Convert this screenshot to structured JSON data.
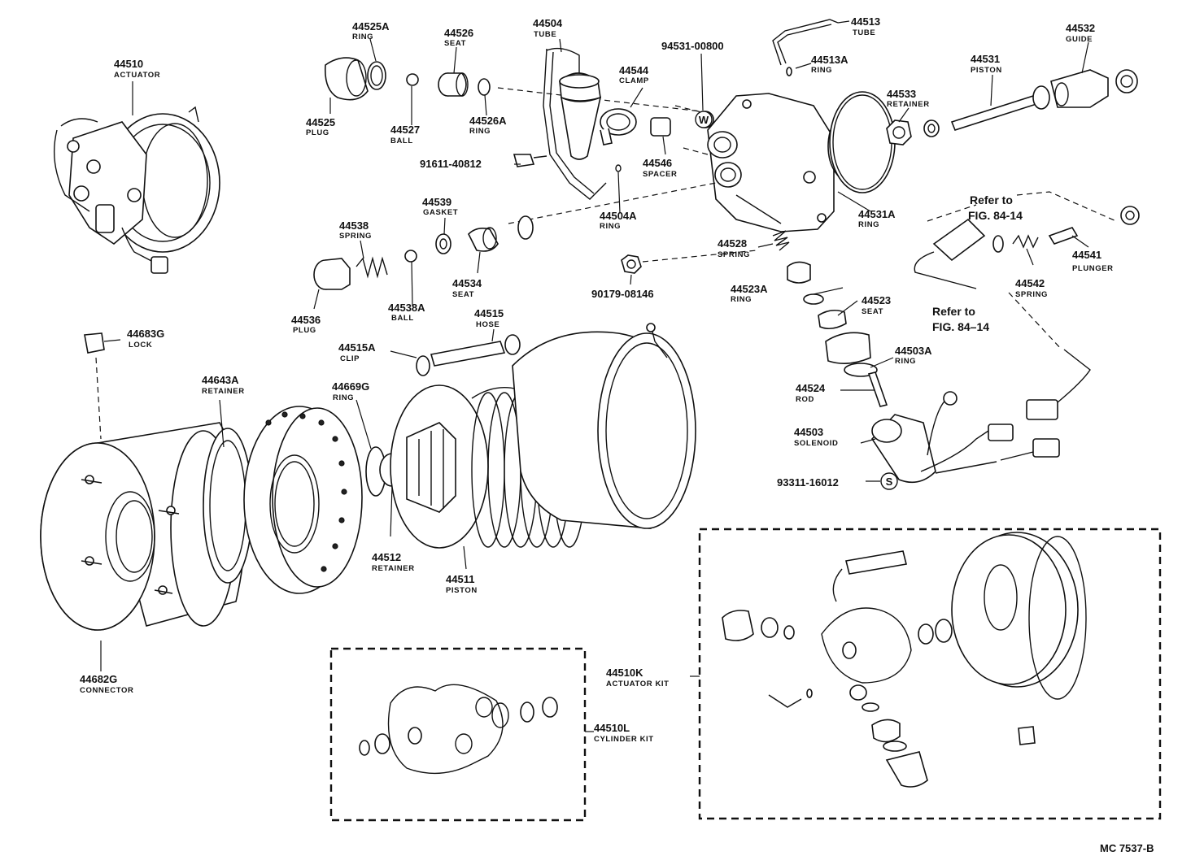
{
  "figure_code": "MC  7537-B",
  "parts": [
    {
      "no": "44510",
      "name": "ACTUATOR"
    },
    {
      "no": "44525A",
      "name": "RING"
    },
    {
      "no": "44525",
      "name": "PLUG"
    },
    {
      "no": "44526",
      "name": "SEAT"
    },
    {
      "no": "44526A",
      "name": "RING"
    },
    {
      "no": "44527",
      "name": "BALL"
    },
    {
      "no": "44504",
      "name": "TUBE"
    },
    {
      "no": "44544",
      "name": "CLAMP"
    },
    {
      "no": "44546",
      "name": "SPACER"
    },
    {
      "no": "44504A",
      "name": "RING"
    },
    {
      "no": "94531-00800",
      "name": ""
    },
    {
      "no": "44513",
      "name": "TUBE"
    },
    {
      "no": "44513A",
      "name": "RING"
    },
    {
      "no": "44532",
      "name": "GUIDE"
    },
    {
      "no": "44531",
      "name": "PISTON"
    },
    {
      "no": "44533",
      "name": "RETAINER"
    },
    {
      "no": "44531A",
      "name": "RING"
    },
    {
      "no": "91611-40812",
      "name": ""
    },
    {
      "no": "44539",
      "name": "GASKET"
    },
    {
      "no": "44534",
      "name": "SEAT"
    },
    {
      "no": "44538",
      "name": "SPRING"
    },
    {
      "no": "44538A",
      "name": "BALL"
    },
    {
      "no": "44536",
      "name": "PLUG"
    },
    {
      "no": "44528",
      "name": "SPRING"
    },
    {
      "no": "90179-08146",
      "name": ""
    },
    {
      "no": "44541",
      "name": "PLUNGER"
    },
    {
      "no": "44542",
      "name": "SPRING"
    },
    {
      "no": "44523A",
      "name": "RING"
    },
    {
      "no": "44523",
      "name": "SEAT"
    },
    {
      "no": "44503A",
      "name": "RING"
    },
    {
      "no": "44524",
      "name": "ROD"
    },
    {
      "no": "44503",
      "name": "SOLENOID"
    },
    {
      "no": "93311-16012",
      "name": ""
    },
    {
      "no": "44683G",
      "name": "LOCK"
    },
    {
      "no": "44643A",
      "name": "RETAINER"
    },
    {
      "no": "44669G",
      "name": "RING"
    },
    {
      "no": "44515A",
      "name": "CLIP"
    },
    {
      "no": "44515",
      "name": "HOSE"
    },
    {
      "no": "44512",
      "name": "RETAINER"
    },
    {
      "no": "44511",
      "name": "PISTON"
    },
    {
      "no": "44682G",
      "name": "CONNECTOR"
    }
  ],
  "refs": [
    {
      "line1": "Refer to",
      "line2": "FIG. 84-14"
    },
    {
      "line1": "Refer to",
      "line2": "FIG. 84–14"
    }
  ],
  "symbols": {
    "w": "W",
    "s": "S"
  },
  "kits": [
    {
      "no": "44510K",
      "name": "ACTUATOR KIT"
    },
    {
      "no": "44510L",
      "name": "CYLINDER KIT"
    }
  ]
}
